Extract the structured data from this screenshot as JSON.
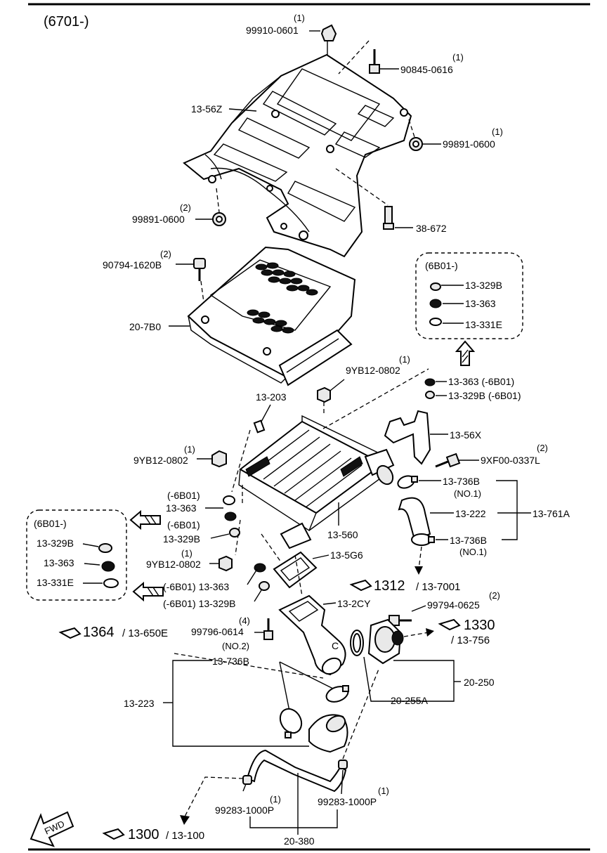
{
  "header": {
    "code": "(6701-)"
  },
  "variant_box_right": {
    "title": "(6B01-)",
    "items": [
      "13-329B",
      "13-363",
      "13-331E"
    ]
  },
  "variant_box_left": {
    "title": "(6B01-)",
    "items": [
      "13-329B",
      "13-363",
      "13-331E"
    ]
  },
  "labels": {
    "p99910": "99910-0601",
    "q99910": "(1)",
    "p90845": "90845-0616",
    "q90845": "(1)",
    "p1356z": "13-56Z",
    "p99891a": "99891-0600",
    "q99891a": "(1)",
    "p99891b": "99891-0600",
    "q99891b": "(2)",
    "p38672": "38-672",
    "p90794": "90794-1620B",
    "q90794": "(2)",
    "p207b0": "20-7B0",
    "p9yb12a": "9YB12-0802",
    "q9yb12a": "(1)",
    "p13363r": "13-363 (-6B01)",
    "p13329r": "13-329B (-6B01)",
    "p13203": "13-203",
    "p1356x": "13-56X",
    "p9yb12b": "9YB12-0802",
    "q9yb12b": "(1)",
    "p9xf00": "9XF00-0337L",
    "q9xf00": "(2)",
    "p736b1": "13-736B",
    "no1a": "(NO.1)",
    "p13222": "13-222",
    "p761a": "13-761A",
    "p736b2": "13-736B",
    "no1b": "(NO.1)",
    "m6b01a": "(-6B01)",
    "p13363a": "13-363",
    "m6b01b": "(-6B01)",
    "p13329a": "13-329B",
    "p9yb12c": "9YB12-0802",
    "q9yb12c": "(1)",
    "p13560": "13-560",
    "p135g6": "13-5G6",
    "p13363b": "(-6B01) 13-363",
    "p13329b": "(-6B01) 13-329B",
    "ref1312": "1312",
    "ref1312b": "/ 13-7001",
    "p132cy": "13-2CY",
    "p99794": "99794-0625",
    "q99794": "(2)",
    "ref1364": "1364",
    "ref1364b": "/ 13-650E",
    "p99796": "99796-0614",
    "q99796": "(4)",
    "ref1330": "1330",
    "ref1330b": "/ 13-756",
    "no2": "(NO.2)",
    "p736b3": "13-736B",
    "p20250": "20-250",
    "p13223": "13-223",
    "p20255a": "20-255A",
    "p99283a": "99283-1000P",
    "q99283a": "(1)",
    "p99283b": "99283-1000P",
    "q99283b": "(1)",
    "ref1300": "1300",
    "ref1300b": "/ 13-100",
    "p20380": "20-380",
    "fwd": "FWD"
  }
}
